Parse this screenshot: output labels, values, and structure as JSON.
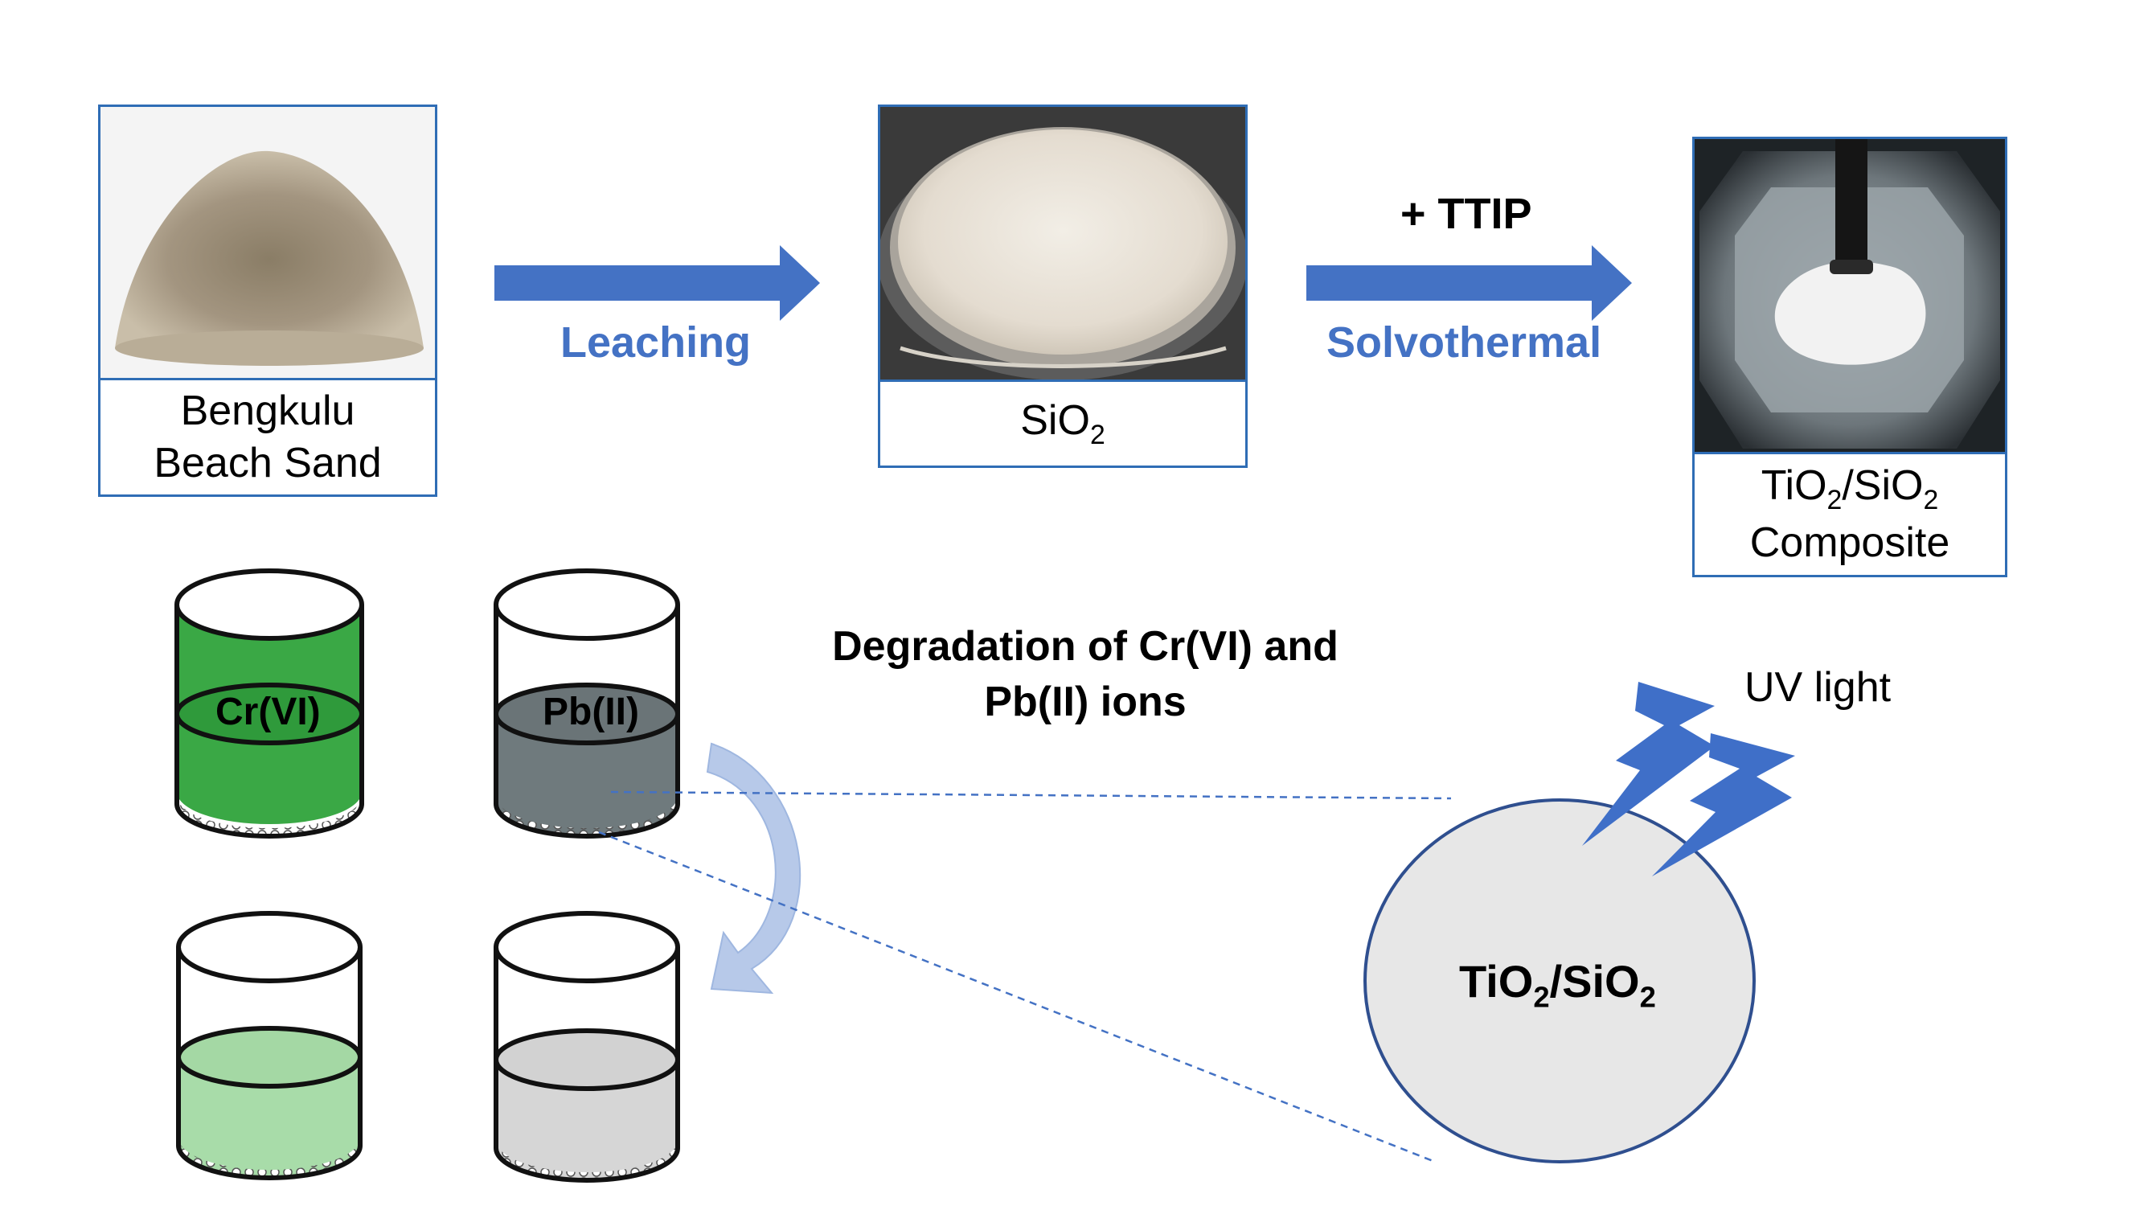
{
  "top_row": {
    "sand_caption_line1": "Bengkulu",
    "sand_caption_line2": "Beach Sand",
    "sio2_caption_main": "SiO",
    "sio2_caption_sub": "2",
    "composite_caption_line1_a": "TiO",
    "composite_caption_line1_a_sub": "2",
    "composite_caption_line1_b": "/SiO",
    "composite_caption_line1_b_sub": "2",
    "composite_caption_line2": "Composite",
    "leaching_label": "Leaching",
    "ttip_label": "+ TTIP",
    "solvothermal_label": "Solvothermal"
  },
  "bottom": {
    "degradation_line1": "Degradation of Cr(VI) and",
    "degradation_line2": "Pb(II) ions",
    "uv_label": "UV light",
    "circle_a": "TiO",
    "circle_a_sub": "2",
    "circle_b": "/SiO",
    "circle_b_sub": "2",
    "beaker_cr": "Cr(VI)",
    "beaker_pb": "Pb(II)"
  },
  "colors": {
    "arrow_blue": "#4472c4",
    "box_border": "#2f6db5",
    "cr_solution": "#3aa845",
    "pb_solution": "#6f7a7d",
    "cr_treated": "#a8dca9",
    "pb_treated": "#d6d6d6",
    "circle_fill": "#e7e7e7",
    "curved_arrow": "#b7c9e9",
    "lightning": "#3f6fc8"
  }
}
